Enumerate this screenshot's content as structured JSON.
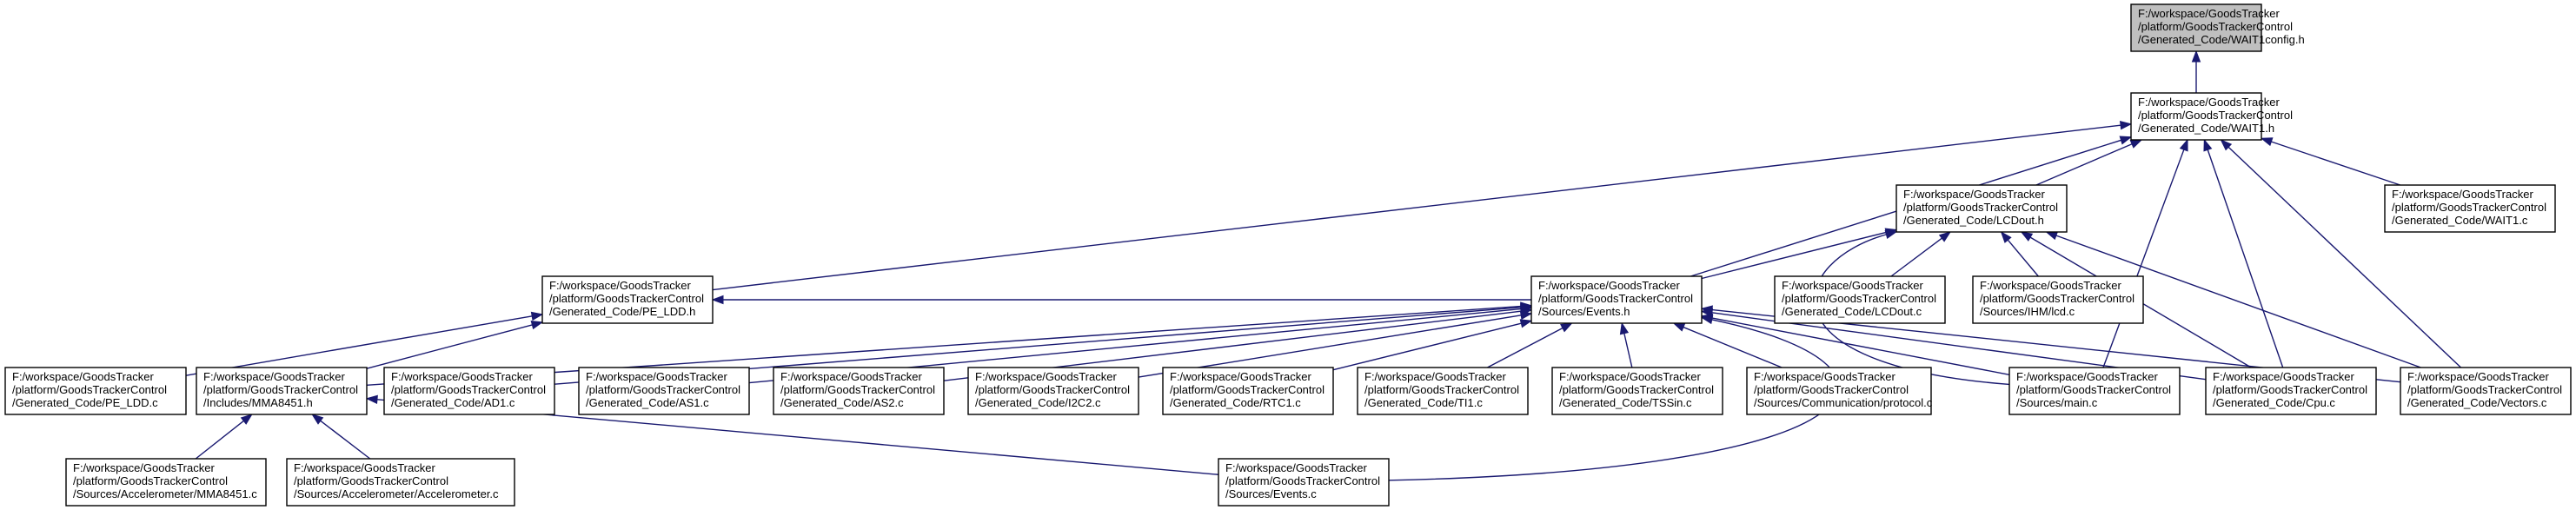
{
  "graph": {
    "nodes": [
      {
        "id": "wait1config_h",
        "lines": [
          "F:/workspace/GoodsTracker",
          "/platform/GoodsTrackerControl",
          "/Generated_Code/WAIT1config.h"
        ],
        "root": true
      },
      {
        "id": "wait1_h",
        "lines": [
          "F:/workspace/GoodsTracker",
          "/platform/GoodsTrackerControl",
          "/Generated_Code/WAIT1.h"
        ]
      },
      {
        "id": "lcdout_h",
        "lines": [
          "F:/workspace/GoodsTracker",
          "/platform/GoodsTrackerControl",
          "/Generated_Code/LCDout.h"
        ]
      },
      {
        "id": "wait1_c",
        "lines": [
          "F:/workspace/GoodsTracker",
          "/platform/GoodsTrackerControl",
          "/Generated_Code/WAIT1.c"
        ]
      },
      {
        "id": "pe_ldd_h",
        "lines": [
          "F:/workspace/GoodsTracker",
          "/platform/GoodsTrackerControl",
          "/Generated_Code/PE_LDD.h"
        ]
      },
      {
        "id": "events_h",
        "lines": [
          "F:/workspace/GoodsTracker",
          "/platform/GoodsTrackerControl",
          "/Sources/Events.h"
        ]
      },
      {
        "id": "lcdout_c",
        "lines": [
          "F:/workspace/GoodsTracker",
          "/platform/GoodsTrackerControl",
          "/Generated_Code/LCDout.c"
        ]
      },
      {
        "id": "ihmlcd_c",
        "lines": [
          "F:/workspace/GoodsTracker",
          "/platform/GoodsTrackerControl",
          "/Sources/IHM/lcd.c"
        ]
      },
      {
        "id": "pe_ldd_c",
        "lines": [
          "F:/workspace/GoodsTracker",
          "/platform/GoodsTrackerControl",
          "/Generated_Code/PE_LDD.c"
        ]
      },
      {
        "id": "mma8451_h",
        "lines": [
          "F:/workspace/GoodsTracker",
          "/platform/GoodsTrackerControl",
          "/Includes/MMA8451.h"
        ]
      },
      {
        "id": "ad1_c",
        "lines": [
          "F:/workspace/GoodsTracker",
          "/platform/GoodsTrackerControl",
          "/Generated_Code/AD1.c"
        ]
      },
      {
        "id": "as1_c",
        "lines": [
          "F:/workspace/GoodsTracker",
          "/platform/GoodsTrackerControl",
          "/Generated_Code/AS1.c"
        ]
      },
      {
        "id": "as2_c",
        "lines": [
          "F:/workspace/GoodsTracker",
          "/platform/GoodsTrackerControl",
          "/Generated_Code/AS2.c"
        ]
      },
      {
        "id": "i2c2_c",
        "lines": [
          "F:/workspace/GoodsTracker",
          "/platform/GoodsTrackerControl",
          "/Generated_Code/I2C2.c"
        ]
      },
      {
        "id": "rtc1_c",
        "lines": [
          "F:/workspace/GoodsTracker",
          "/platform/GoodsTrackerControl",
          "/Generated_Code/RTC1.c"
        ]
      },
      {
        "id": "ti1_c",
        "lines": [
          "F:/workspace/GoodsTracker",
          "/platform/GoodsTrackerControl",
          "/Generated_Code/TI1.c"
        ]
      },
      {
        "id": "tssin_c",
        "lines": [
          "F:/workspace/GoodsTracker",
          "/platform/GoodsTrackerControl",
          "/Generated_Code/TSSin.c"
        ]
      },
      {
        "id": "protocol_c",
        "lines": [
          "F:/workspace/GoodsTracker",
          "/platform/GoodsTrackerControl",
          "/Sources/Communication/protocol.c"
        ]
      },
      {
        "id": "main_c",
        "lines": [
          "F:/workspace/GoodsTracker",
          "/platform/GoodsTrackerControl",
          "/Sources/main.c"
        ]
      },
      {
        "id": "cpu_c",
        "lines": [
          "F:/workspace/GoodsTracker",
          "/platform/GoodsTrackerControl",
          "/Generated_Code/Cpu.c"
        ]
      },
      {
        "id": "vectors_c",
        "lines": [
          "F:/workspace/GoodsTracker",
          "/platform/GoodsTrackerControl",
          "/Generated_Code/Vectors.c"
        ]
      },
      {
        "id": "mma8451_c",
        "lines": [
          "F:/workspace/GoodsTracker",
          "/platform/GoodsTrackerControl",
          "/Sources/Accelerometer/MMA8451.c"
        ]
      },
      {
        "id": "accelerometer_c",
        "lines": [
          "F:/workspace/GoodsTracker",
          "/platform/GoodsTrackerControl",
          "/Sources/Accelerometer/Accelerometer.c"
        ]
      },
      {
        "id": "events_c",
        "lines": [
          "F:/workspace/GoodsTracker",
          "/platform/GoodsTrackerControl",
          "/Sources/Events.c"
        ]
      }
    ],
    "edges": [
      {
        "from": "wait1_h",
        "to": "wait1config_h"
      },
      {
        "from": "lcdout_h",
        "to": "wait1_h"
      },
      {
        "from": "wait1_c",
        "to": "wait1_h"
      },
      {
        "from": "pe_ldd_h",
        "to": "wait1_h"
      },
      {
        "from": "events_h",
        "to": "wait1_h"
      },
      {
        "from": "main_c",
        "to": "wait1_h"
      },
      {
        "from": "cpu_c",
        "to": "wait1_h"
      },
      {
        "from": "vectors_c",
        "to": "wait1_h"
      },
      {
        "from": "events_h",
        "to": "lcdout_h"
      },
      {
        "from": "lcdout_c",
        "to": "lcdout_h"
      },
      {
        "from": "ihmlcd_c",
        "to": "lcdout_h"
      },
      {
        "from": "main_c",
        "to": "lcdout_h"
      },
      {
        "from": "cpu_c",
        "to": "lcdout_h"
      },
      {
        "from": "vectors_c",
        "to": "lcdout_h"
      },
      {
        "from": "pe_ldd_c",
        "to": "pe_ldd_h"
      },
      {
        "from": "mma8451_h",
        "to": "pe_ldd_h"
      },
      {
        "from": "events_h",
        "to": "pe_ldd_h"
      },
      {
        "from": "mma8451_h",
        "to": "events_h"
      },
      {
        "from": "ad1_c",
        "to": "events_h"
      },
      {
        "from": "as1_c",
        "to": "events_h"
      },
      {
        "from": "as2_c",
        "to": "events_h"
      },
      {
        "from": "i2c2_c",
        "to": "events_h"
      },
      {
        "from": "rtc1_c",
        "to": "events_h"
      },
      {
        "from": "ti1_c",
        "to": "events_h"
      },
      {
        "from": "tssin_c",
        "to": "events_h"
      },
      {
        "from": "protocol_c",
        "to": "events_h"
      },
      {
        "from": "main_c",
        "to": "events_h"
      },
      {
        "from": "cpu_c",
        "to": "events_h"
      },
      {
        "from": "vectors_c",
        "to": "events_h"
      },
      {
        "from": "events_c",
        "to": "events_h"
      },
      {
        "from": "mma8451_c",
        "to": "mma8451_h"
      },
      {
        "from": "accelerometer_c",
        "to": "mma8451_h"
      },
      {
        "from": "events_c",
        "to": "mma8451_h"
      }
    ]
  },
  "colors": {
    "edge": "#191970",
    "root_fill": "#bfbfbf",
    "node_fill": "#ffffff",
    "node_border": "#000000"
  }
}
